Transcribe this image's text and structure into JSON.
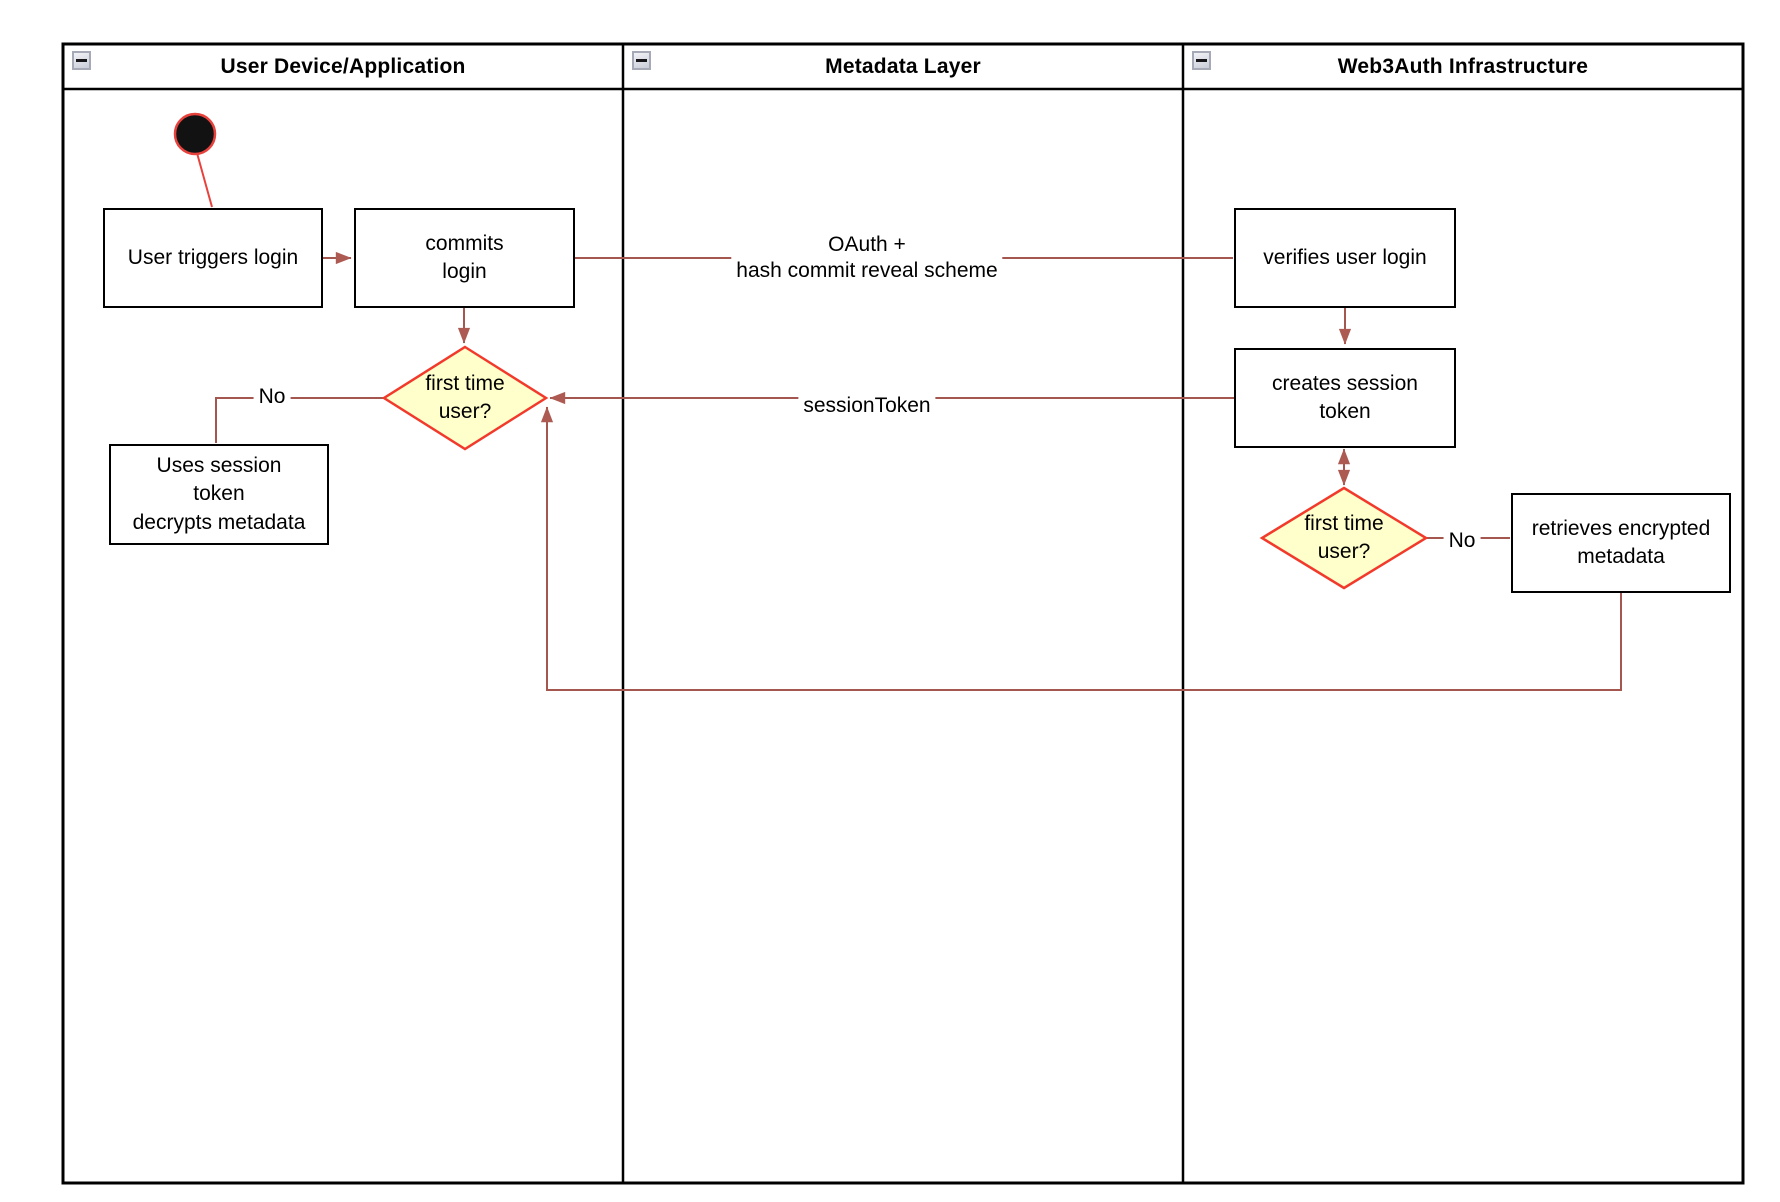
{
  "diagram": {
    "lanes": [
      {
        "title": "User Device/Application"
      },
      {
        "title": "Metadata Layer"
      },
      {
        "title": "Web3Auth Infrastructure"
      }
    ],
    "nodes": [
      {
        "id": "user-triggers-login",
        "label": "User triggers login"
      },
      {
        "id": "commits-login",
        "label": "commits\nlogin"
      },
      {
        "id": "uses-session-token",
        "label": "Uses session\ntoken\ndecrypts metadata"
      },
      {
        "id": "verifies-user-login",
        "label": "verifies user login"
      },
      {
        "id": "creates-session-token",
        "label": "creates session\ntoken"
      },
      {
        "id": "retrieves-encrypted-metadata",
        "label": "retrieves encrypted\nmetadata"
      }
    ],
    "decisions": [
      {
        "id": "first-time-user-device",
        "label": "first time\nuser?"
      },
      {
        "id": "first-time-user-infra",
        "label": "first time\nuser?"
      }
    ],
    "edge_labels": [
      {
        "id": "oauth-hash-commit",
        "label": "OAuth +\nhash commit reveal scheme"
      },
      {
        "id": "session-token",
        "label": "sessionToken"
      },
      {
        "id": "no-device",
        "label": "No"
      },
      {
        "id": "no-infra",
        "label": "No"
      }
    ],
    "colors": {
      "edge": "#a3574f",
      "arrow": "#ad5b52",
      "start_edge": "#e8423d",
      "start_fill": "#121212",
      "start_stroke": "#e8423d",
      "decision_fill": "#ffffcc",
      "decision_stroke": "#f23a2c",
      "frame": "#000000"
    }
  }
}
